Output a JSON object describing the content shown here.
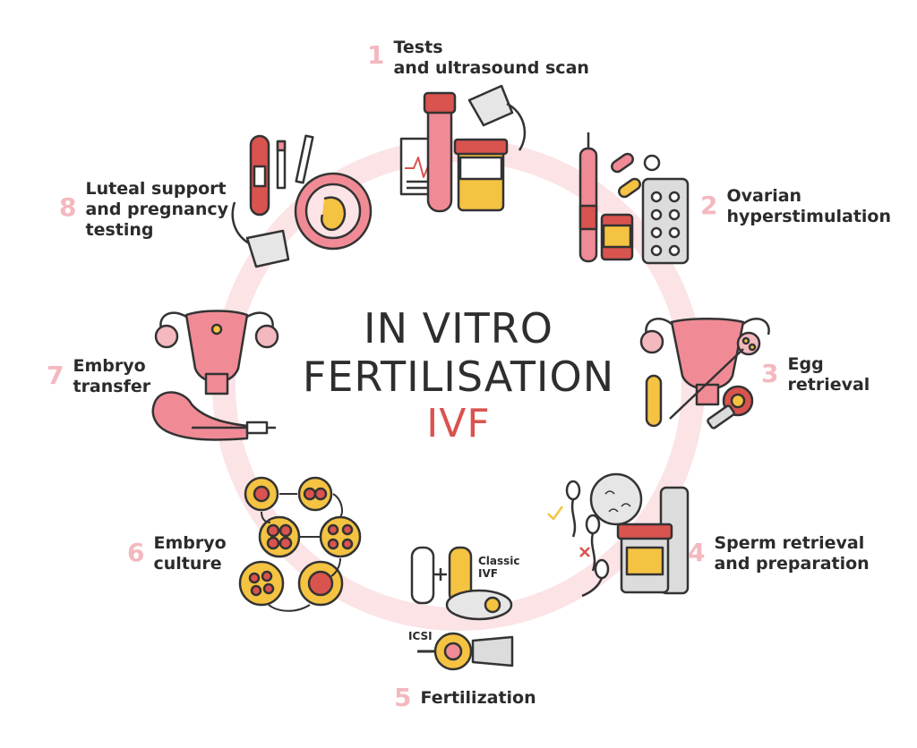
{
  "title": {
    "line1": "IN VITRO",
    "line2": "FERTILISATION",
    "line3": "IVF"
  },
  "steps": [
    {
      "num": "1",
      "line1": "Tests",
      "line2": "and ultrasound scan",
      "line3": ""
    },
    {
      "num": "2",
      "line1": "Ovarian",
      "line2": "hyperstimulation",
      "line3": ""
    },
    {
      "num": "3",
      "line1": "Egg",
      "line2": "retrieval",
      "line3": ""
    },
    {
      "num": "4",
      "line1": "Sperm retrieval",
      "line2": "and preparation",
      "line3": ""
    },
    {
      "num": "5",
      "line1": "Fertilization",
      "line2": "",
      "line3": ""
    },
    {
      "num": "6",
      "line1": "Embryo",
      "line2": "culture",
      "line3": ""
    },
    {
      "num": "7",
      "line1": "Embryo",
      "line2": "transfer",
      "line3": ""
    },
    {
      "num": "8",
      "line1": "Luteal support",
      "line2": "and pregnancy",
      "line3": "testing"
    }
  ],
  "fertilization_labels": {
    "classic_line1": "Classic",
    "classic_line2": "IVF",
    "icsi": "ICSI"
  },
  "colors": {
    "ring": "#fbe3e6",
    "accent": "#d9534f",
    "number": "#f4b8bf",
    "pink": "#f08b95",
    "yellow": "#f5c342",
    "outline": "#333333"
  }
}
